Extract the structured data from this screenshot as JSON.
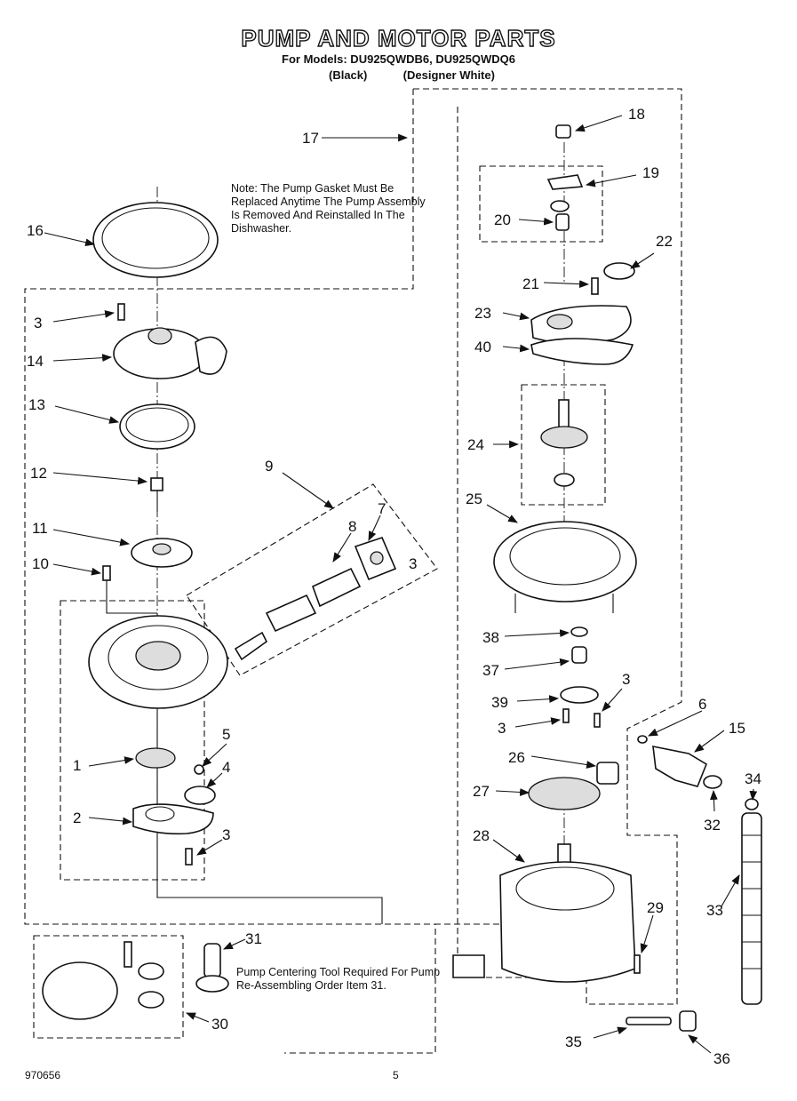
{
  "header": {
    "title": "PUMP AND MOTOR PARTS",
    "models": "For Models: DU925QWDB6, DU925QWDQ6",
    "variant_black": "(Black)",
    "variant_white": "(Designer White)"
  },
  "notes": {
    "gasket_note": "Note: The Pump Gasket Must Be Replaced Anytime The Pump Assembly Is Removed And Reinstalled In The Dishwasher.",
    "tool_note": "Pump Centering Tool Required For Pump Re-Assembling Order Item 31."
  },
  "footer": {
    "part_number": "970656",
    "page_number": "5"
  },
  "callouts": {
    "c1": "1",
    "c2": "2",
    "c3a": "3",
    "c3b": "3",
    "c3c": "3",
    "c3d": "3",
    "c3e": "3",
    "c4": "4",
    "c5": "5",
    "c6": "6",
    "c7": "7",
    "c8": "8",
    "c9": "9",
    "c10": "10",
    "c11": "11",
    "c12": "12",
    "c13": "13",
    "c14": "14",
    "c15": "15",
    "c16": "16",
    "c17": "17",
    "c18": "18",
    "c19": "19",
    "c20": "20",
    "c21": "21",
    "c22": "22",
    "c23": "23",
    "c24": "24",
    "c25": "25",
    "c26": "26",
    "c27": "27",
    "c28": "28",
    "c29": "29",
    "c30": "30",
    "c31": "31",
    "c32": "32",
    "c33": "33",
    "c34": "34",
    "c35": "35",
    "c36": "36",
    "c37": "37",
    "c38": "38",
    "c39": "39",
    "c40": "40"
  }
}
